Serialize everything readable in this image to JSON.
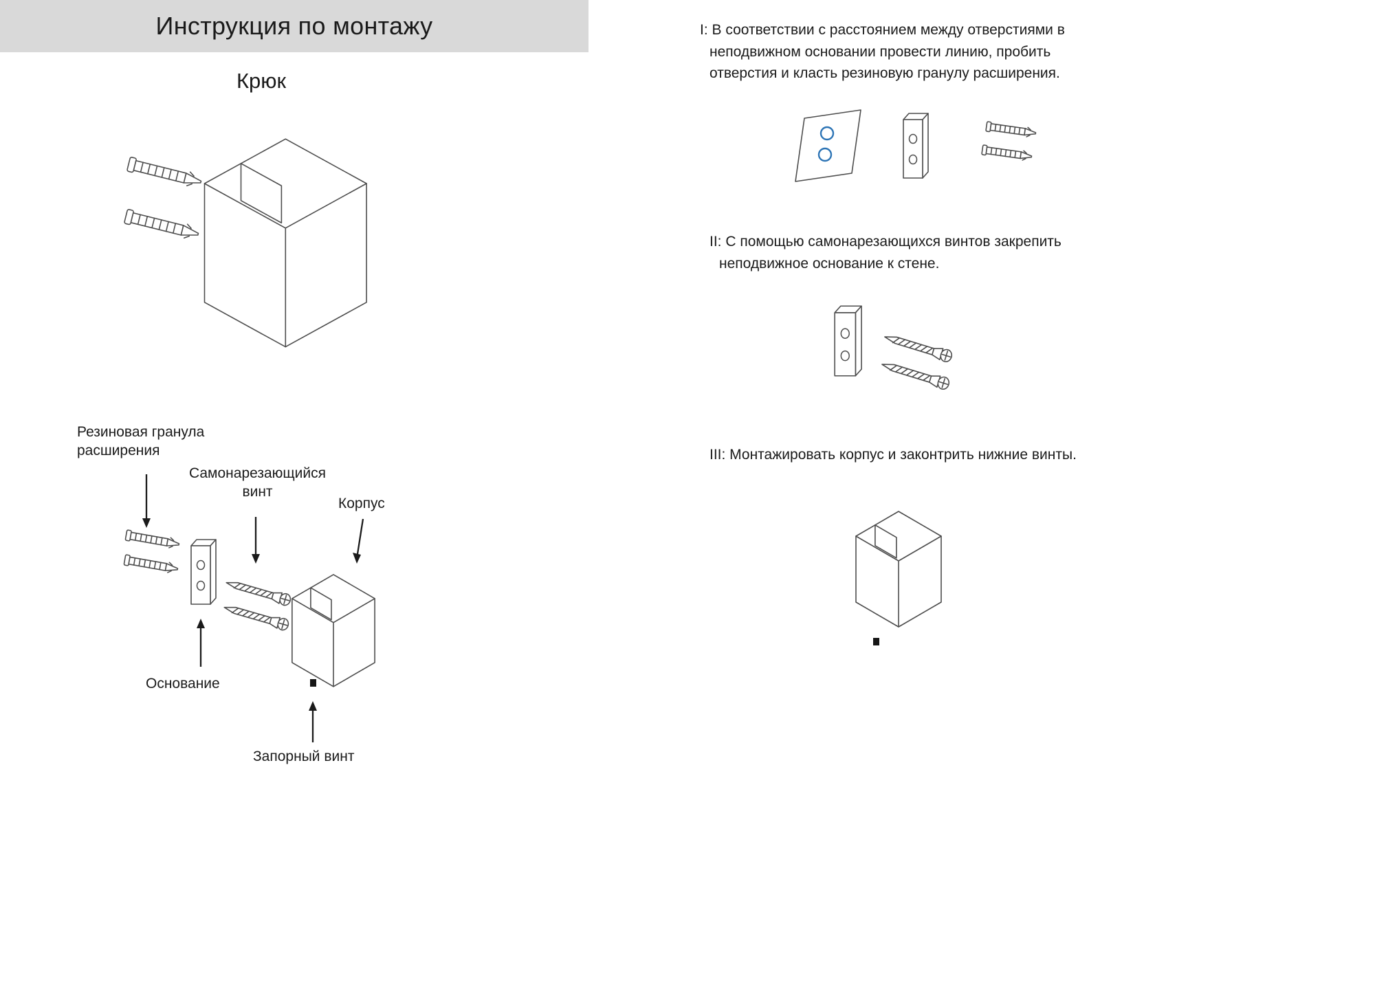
{
  "header": {
    "title": "Инструкция по монтажу"
  },
  "product": {
    "name": "Крюк"
  },
  "parts": {
    "rubber_plug": "Резиновая гранула расширения",
    "self_tapping_screw": "Самонарезающийся винт",
    "body": "Корпус",
    "base": "Основание",
    "lock_screw": "Запорный винт"
  },
  "steps": {
    "one": "I: В соответствии с расстоянием между отверстиями в неподвижном основании провести линию, пробить отверстия и класть резиновую гранулу расширения.",
    "two": "II: С помощью самонарезающихся винтов закрепить неподвижное основание к стене.",
    "three": "III: Монтажировать корпус и законтрить нижние винты."
  },
  "colors": {
    "header_bg": "#d9d9d9",
    "drawing_line": "#4d4d4d",
    "hole_accent_blue": "#2e75b6"
  }
}
